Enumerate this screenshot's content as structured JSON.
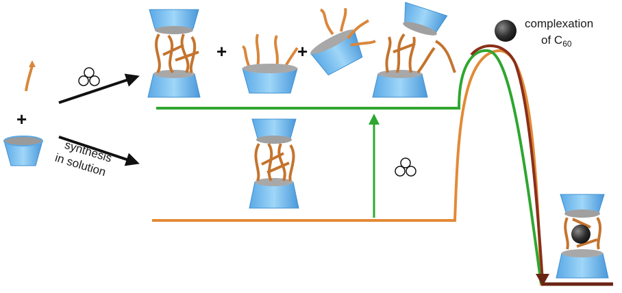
{
  "labels": {
    "synthesis_line1": "synthesis",
    "synthesis_line2": "in solution",
    "complexation_line1": "complexation",
    "complexation_line2": "of C",
    "complexation_sub": "60"
  },
  "symbols": {
    "plus": "+"
  },
  "icons": {
    "ball_mill": "three-circles-icon",
    "fullerene": "c60-ball-icon"
  },
  "colors": {
    "bucket_light": "#8fcdf5",
    "bucket_dark": "#3f8fd0",
    "linker": "#d9873c",
    "green_path": "#2fa62f",
    "orange_path": "#e28a36",
    "brown_path": "#8a2f1a",
    "fullerene": "#333333"
  }
}
